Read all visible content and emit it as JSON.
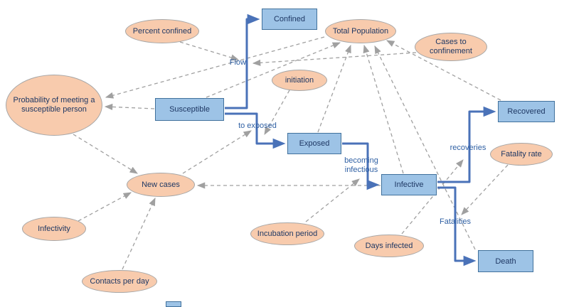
{
  "diagram": {
    "stocks": [
      {
        "id": "confined",
        "label": "Confined"
      },
      {
        "id": "susceptible",
        "label": "Susceptible"
      },
      {
        "id": "exposed",
        "label": "Exposed"
      },
      {
        "id": "infective",
        "label": "Infective"
      },
      {
        "id": "recovered",
        "label": "Recovered"
      },
      {
        "id": "death",
        "label": "Death"
      }
    ],
    "variables": [
      {
        "id": "percent_confined",
        "label": "Percent confined"
      },
      {
        "id": "total_population",
        "label": "Total Population"
      },
      {
        "id": "cases_to_confinement",
        "label": "Cases to confinement"
      },
      {
        "id": "initiation",
        "label": "initiation"
      },
      {
        "id": "probability",
        "label": "Probability of meeting a susceptible person"
      },
      {
        "id": "fatality_rate",
        "label": "Fatality rate"
      },
      {
        "id": "new_cases",
        "label": "New cases"
      },
      {
        "id": "infectivity",
        "label": "Infectivity"
      },
      {
        "id": "incubation_period",
        "label": "Incubation period"
      },
      {
        "id": "days_infected",
        "label": "Days infected"
      },
      {
        "id": "contacts_per_day",
        "label": "Contacts per day"
      }
    ],
    "flows": [
      {
        "id": "flow",
        "label": "Flow",
        "from": "Susceptible",
        "to": "Confined"
      },
      {
        "id": "to_exposed",
        "label": "to exposed",
        "from": "Susceptible",
        "to": "Exposed"
      },
      {
        "id": "becoming_infectious",
        "label": "becoming infectious",
        "from": "Exposed",
        "to": "Infective"
      },
      {
        "id": "recoveries",
        "label": "recoveries",
        "from": "Infective",
        "to": "Recovered"
      },
      {
        "id": "fatalities",
        "label": "Fatalities",
        "from": "Infective",
        "to": "Death"
      }
    ],
    "influences": [
      {
        "from": "Percent confined",
        "to": "Flow"
      },
      {
        "from": "Cases to confinement",
        "to": "Flow"
      },
      {
        "from": "Susceptible",
        "to": "Total Population"
      },
      {
        "from": "Exposed",
        "to": "Total Population"
      },
      {
        "from": "Infective",
        "to": "Total Population"
      },
      {
        "from": "Recovered",
        "to": "Total Population"
      },
      {
        "from": "Death",
        "to": "Total Population"
      },
      {
        "from": "Total Population",
        "to": "Probability of meeting a susceptible person"
      },
      {
        "from": "Susceptible",
        "to": "Probability of meeting a susceptible person"
      },
      {
        "from": "Probability of meeting a susceptible person",
        "to": "New cases"
      },
      {
        "from": "Infectivity",
        "to": "New cases"
      },
      {
        "from": "Contacts per day",
        "to": "New cases"
      },
      {
        "from": "Infective",
        "to": "New cases"
      },
      {
        "from": "New cases",
        "to": "to exposed"
      },
      {
        "from": "initiation",
        "to": "to exposed"
      },
      {
        "from": "Incubation period",
        "to": "becoming infectious"
      },
      {
        "from": "Days infected",
        "to": "recoveries"
      },
      {
        "from": "Fatality rate",
        "to": "Fatalities"
      }
    ],
    "colors": {
      "stock_fill": "#9DC3E6",
      "stock_border": "#41719C",
      "variable_fill": "#F8CBAD",
      "variable_border": "#A6A6A6",
      "flow_line": "#4A72B8",
      "influence_line": "#A0A0A0",
      "node_text": "#1F3864",
      "flow_label_text": "#2E5FA3",
      "background": "#FFFFFF"
    }
  }
}
